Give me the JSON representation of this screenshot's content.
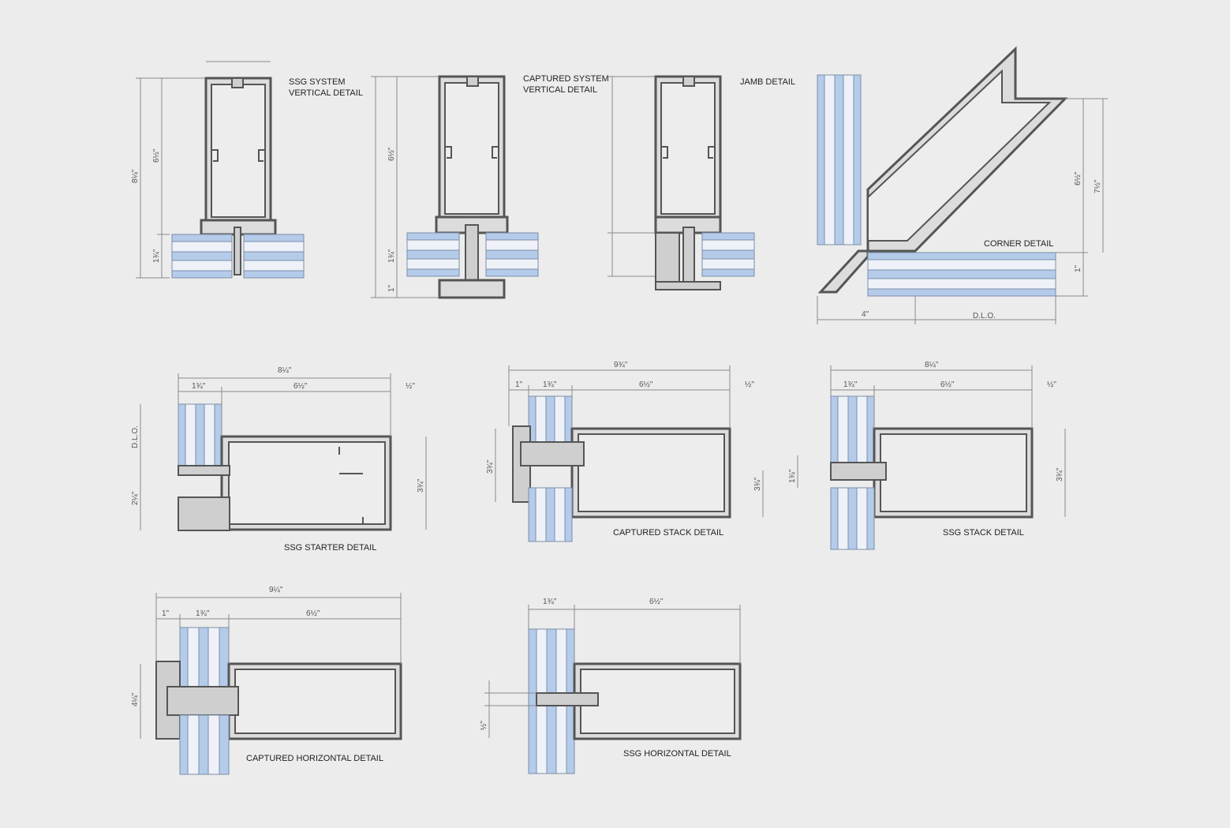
{
  "labels": {
    "ssg_vertical_line1": "SSG SYSTEM",
    "ssg_vertical_line2": "VERTICAL DETAIL",
    "captured_vertical_line1": "CAPTURED SYSTEM",
    "captured_vertical_line2": "VERTICAL DETAIL",
    "jamb": "JAMB DETAIL",
    "corner": "CORNER DETAIL",
    "ssg_starter": "SSG STARTER DETAIL",
    "captured_stack": "CAPTURED STACK DETAIL",
    "ssg_stack": "SSG STACK DETAIL",
    "captured_horizontal": "CAPTURED HORIZONTAL DETAIL",
    "ssg_horizontal": "SSG HORIZONTAL DETAIL"
  },
  "dims": {
    "d_8_1_4": "8¼\"",
    "d_6_1_2": "6½\"",
    "d_1_3_4": "1¾\"",
    "d_1": "1\"",
    "d_4": "4\"",
    "d_dlo": "D.L.O.",
    "d_7_1_2": "7½\"",
    "d_9_1_4": "9¼\"",
    "d_9_3_4": "9¾\"",
    "d_1_2": "½\"",
    "d_3_3_4": "3¾\"",
    "d_2_1_4": "2¼\"",
    "d_4_1_4": "4¼\""
  },
  "colors": {
    "background": "#ececec",
    "frame": "#dcdcdc",
    "frame_stroke": "#555555",
    "glass": "#b4cbea"
  }
}
